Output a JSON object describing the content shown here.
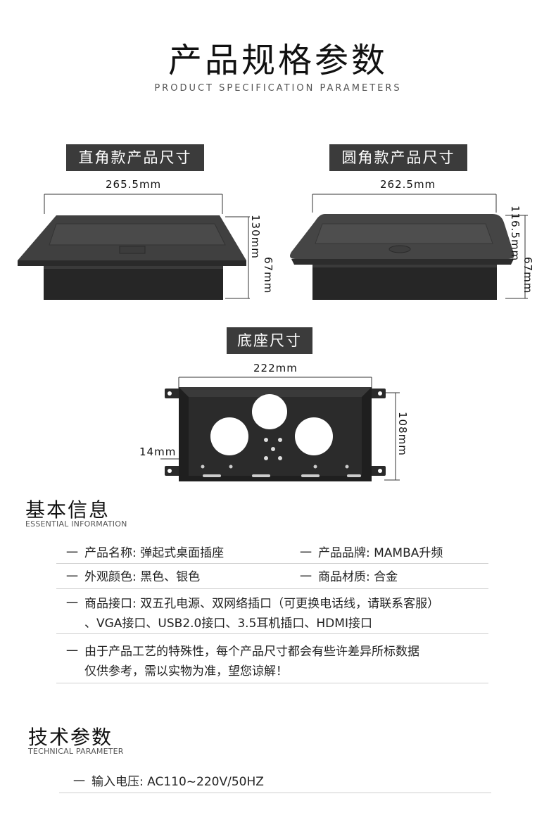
{
  "header": {
    "title": "产品规格参数",
    "subtitle": "PRODUCT SPECIFICATION PARAMETERS"
  },
  "square_product": {
    "label": "直角款产品尺寸",
    "width": "265.5mm",
    "depth": "130mm",
    "height": "67mm"
  },
  "round_product": {
    "label": "圆角款产品尺寸",
    "width": "262.5mm",
    "depth": "116.5mm",
    "height": "67mm"
  },
  "base": {
    "label": "底座尺寸",
    "width": "222mm",
    "height": "108mm",
    "side": "14mm"
  },
  "basic_info": {
    "title": "基本信息",
    "subtitle": "ESSENTIAL INFORMATION",
    "dash": "一",
    "name": "产品名称: 弹起式桌面插座",
    "brand": "产品品牌: MAMBA升频",
    "color": "外观颜色: 黑色、银色",
    "material": "商品材质: 合金",
    "ports_line1": "商品接口: 双五孔电源、双网络插口（可更换电话线，请联系客服）",
    "ports_line2": "、VGA接口、USB2.0接口、3.5耳机插口、HDMI接口",
    "note_line1": "由于产品工艺的特殊性，每个产品尺寸都会有些许差异所标数据",
    "note_line2": "仅供参考，需以实物为准，望您谅解！"
  },
  "tech": {
    "title": "技术参数",
    "subtitle": "TECHNICAL PARAMETER",
    "dash": "一",
    "voltage": "输入电压: AC110~220V/50HZ"
  }
}
